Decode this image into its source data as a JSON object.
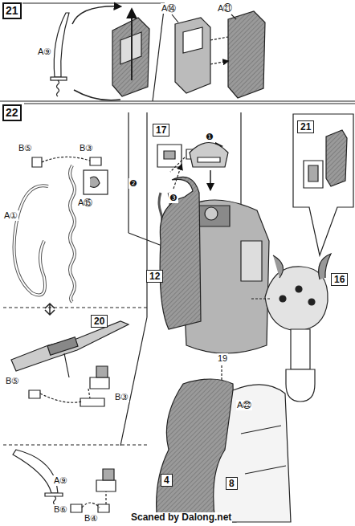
{
  "diagram": {
    "nodes": [
      {
        "text": [
          "21"
        ]
      },
      {
        "text": [
          "22"
        ]
      },
      {
        "text": [
          "21"
        ]
      },
      {
        "text": [
          "17"
        ]
      },
      {
        "text": [
          "12"
        ]
      },
      {
        "text": [
          "16"
        ]
      },
      {
        "text": [
          "20"
        ]
      },
      {
        "text": [
          "4"
        ]
      },
      {
        "text": [
          "8"
        ]
      }
    ],
    "labels": [
      "A⑨",
      "A⑭",
      "A㉑",
      "B⑤",
      "B③",
      "❶",
      "❷",
      "❸",
      "A①",
      "A⑮",
      "19",
      "A㉒",
      "B⑤",
      "B③",
      "A⑨",
      "B⑥",
      "B④",
      "Scaned by Dalong.net"
    ]
  }
}
